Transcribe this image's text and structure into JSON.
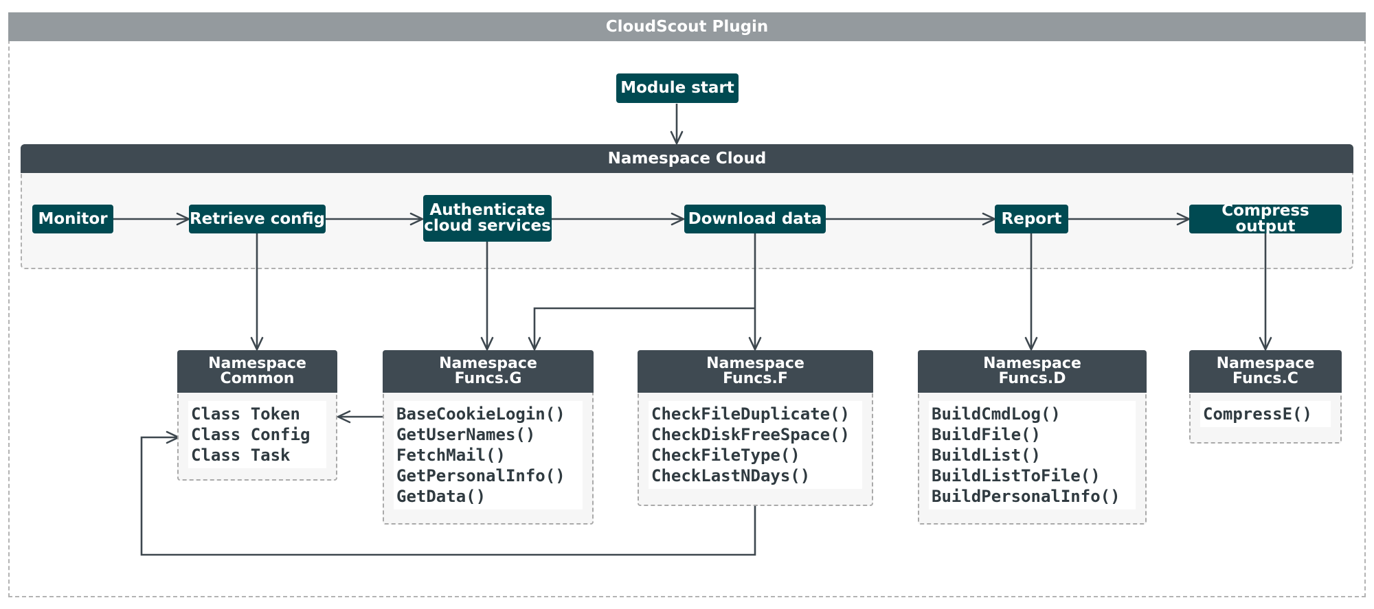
{
  "plugin_title": "CloudScout Plugin",
  "module_start": "Module start",
  "cloud": {
    "title": "Namespace Cloud",
    "steps": {
      "monitor": "Monitor",
      "retrieve_config": "Retrieve config",
      "authenticate_line1": "Authenticate",
      "authenticate_line2": "cloud services",
      "download_data": "Download data",
      "report": "Report",
      "compress_output": "Compress output"
    }
  },
  "namespaces": {
    "common": {
      "title_line1": "Namespace",
      "title_line2": "Common",
      "items": [
        "Class Token",
        "Class Config",
        "Class Task"
      ]
    },
    "funcs_g": {
      "title_line1": "Namespace",
      "title_line2": "Funcs.G",
      "items": [
        "BaseCookieLogin()",
        "GetUserNames()",
        "FetchMail()",
        "GetPersonalInfo()",
        "GetData()"
      ]
    },
    "funcs_f": {
      "title_line1": "Namespace",
      "title_line2": "Funcs.F",
      "items": [
        "CheckFileDuplicate()",
        "CheckDiskFreeSpace()",
        "CheckFileType()",
        "CheckLastNDays()"
      ]
    },
    "funcs_d": {
      "title_line1": "Namespace",
      "title_line2": "Funcs.D",
      "items": [
        "BuildCmdLog()",
        "BuildFile()",
        "BuildList()",
        "BuildListToFile()",
        "BuildPersonalInfo()"
      ]
    },
    "funcs_c": {
      "title_line1": "Namespace",
      "title_line2": "Funcs.C",
      "items": [
        "CompressE()"
      ]
    }
  },
  "colors": {
    "step_fill": "#004a52",
    "namespace_header": "#3f4a52",
    "plugin_header": "#949a9e",
    "wire": "#3d474e"
  }
}
